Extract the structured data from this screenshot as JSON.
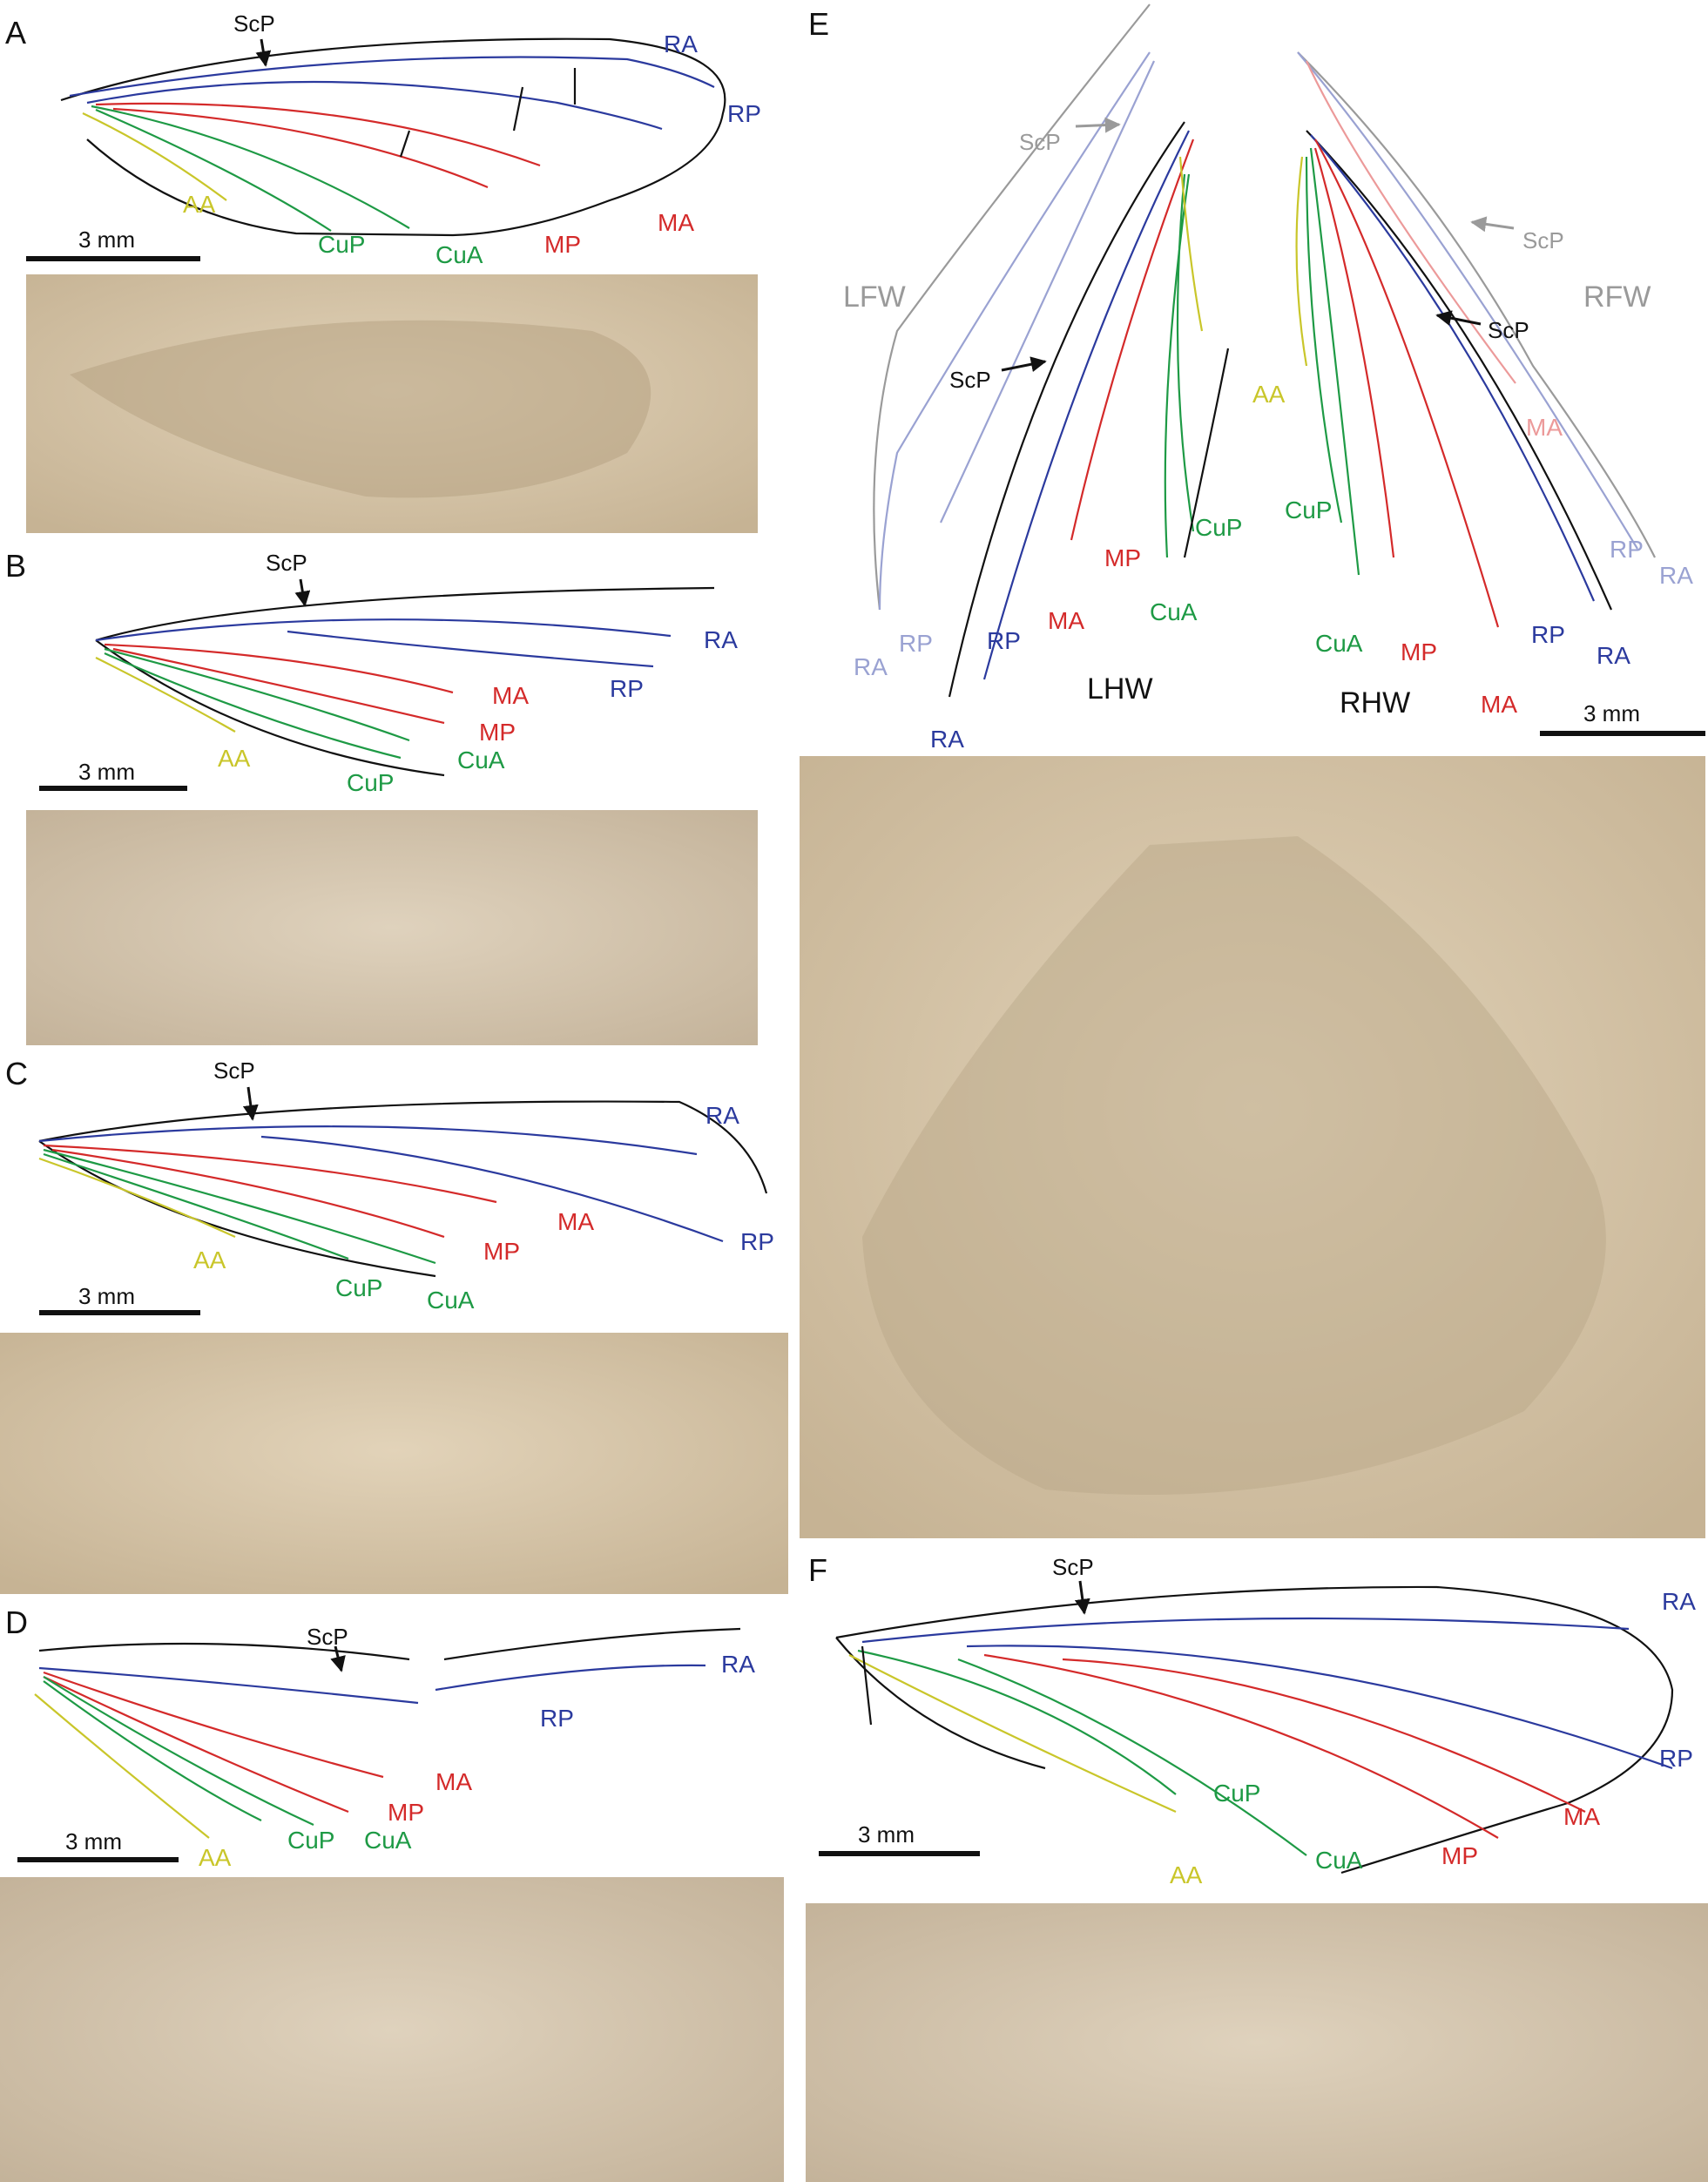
{
  "colors": {
    "black": "#111111",
    "gray": "#9a9a9a",
    "RA": "#2b3a9e",
    "RA_light": "#9aa2d2",
    "MA": "#d42a2a",
    "MA_light": "#ec9a9a",
    "Cu": "#1e9a45",
    "Cu_light": "#8fd0a0",
    "AA": "#c9c62a",
    "AA_light": "#dedc8a",
    "stone": "#d8c8ae"
  },
  "panels": {
    "A": {
      "letter": "A",
      "scale": "3 mm",
      "ScP": "ScP",
      "RA": "RA",
      "RP": "RP",
      "MA": "MA",
      "MP": "MP",
      "CuA": "CuA",
      "CuP": "CuP",
      "AA": "AA"
    },
    "B": {
      "letter": "B",
      "scale": "3 mm",
      "ScP": "ScP",
      "RA": "RA",
      "RP": "RP",
      "MA": "MA",
      "MP": "MP",
      "CuA": "CuA",
      "CuP": "CuP",
      "AA": "AA"
    },
    "C": {
      "letter": "C",
      "scale": "3 mm",
      "ScP": "ScP",
      "RA": "RA",
      "RP": "RP",
      "MA": "MA",
      "MP": "MP",
      "CuA": "CuA",
      "CuP": "CuP",
      "AA": "AA"
    },
    "D": {
      "letter": "D",
      "scale": "3 mm",
      "ScP": "ScP",
      "RA": "RA",
      "RP": "RP",
      "MA": "MA",
      "MP": "MP",
      "CuA": "CuA",
      "CuP": "CuP",
      "AA": "AA"
    },
    "E": {
      "letter": "E",
      "scale": "3 mm",
      "LFW": "LFW",
      "RFW": "RFW",
      "LHW": "LHW",
      "RHW": "RHW",
      "ScP_lfw": "ScP",
      "ScP_rfw": "ScP",
      "ScP_lhw": "ScP",
      "ScP_rhw": "ScP",
      "AA": "AA",
      "CuP_l": "CuP",
      "CuP_r": "CuP",
      "CuA_l": "CuA",
      "CuA_r": "CuA",
      "MA_l": "MA",
      "MA_r": "MA",
      "MA_rfw": "MA",
      "MP_l": "MP",
      "MP_r": "MP",
      "RP_lfw": "RP",
      "RP_l": "RP",
      "RP_r": "RP",
      "RP_rfw": "RP",
      "RA_lfw": "RA",
      "RA_l": "RA",
      "RA_r": "RA",
      "RA_rfw": "RA"
    },
    "F": {
      "letter": "F",
      "scale": "3 mm",
      "ScP": "ScP",
      "RA": "RA",
      "RP": "RP",
      "MA": "MA",
      "MP": "MP",
      "CuA": "CuA",
      "CuP": "CuP",
      "AA": "AA"
    }
  }
}
